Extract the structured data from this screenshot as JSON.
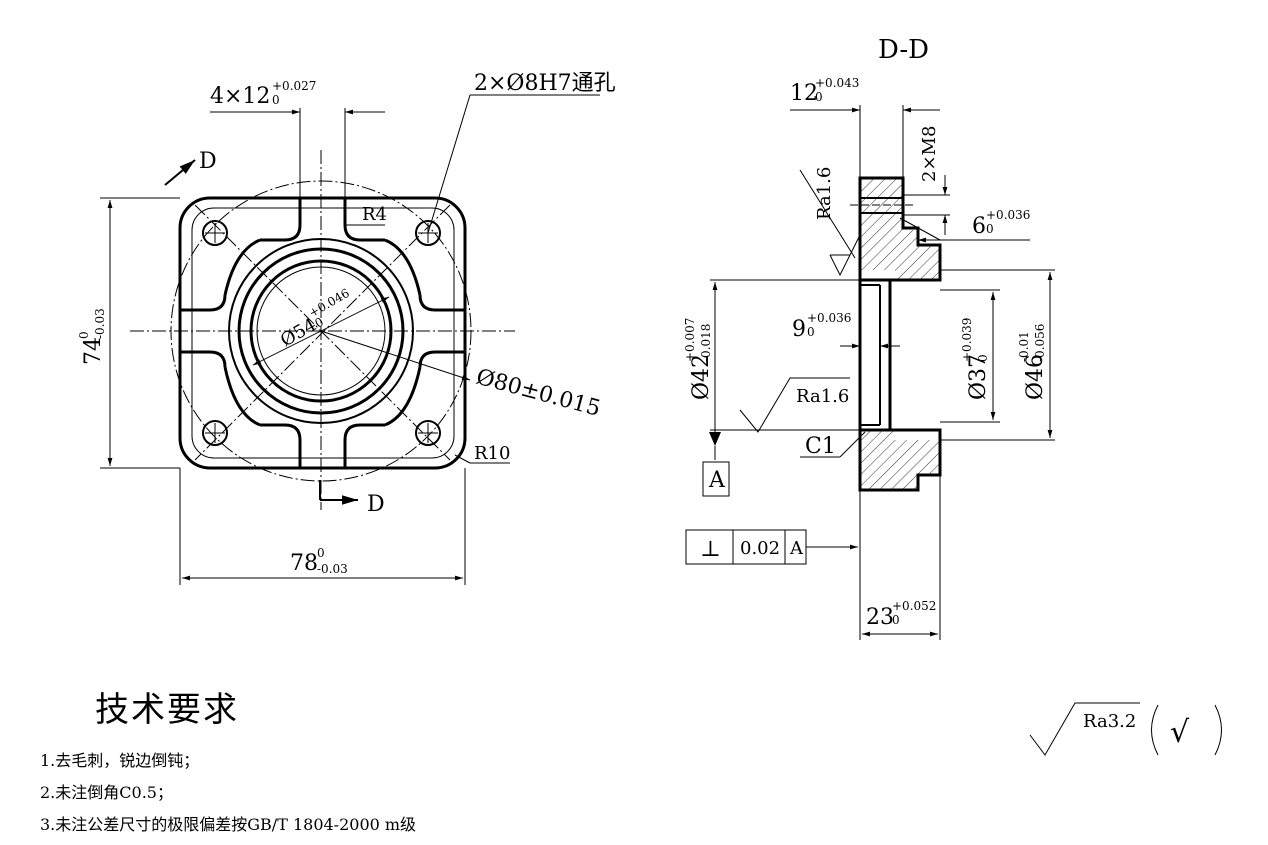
{
  "section_title": "D-D",
  "front_view": {
    "dim_slot_width": "4×12",
    "dim_slot_tol_upper": "+0.027",
    "dim_slot_tol_lower": "0",
    "dim_holes": "2×Ø8H7通孔",
    "section_mark": "D",
    "dim_r4": "R4",
    "dim_r10": "R10",
    "dim_bore": "Ø54",
    "dim_bore_tol_upper": "+0.046",
    "dim_bore_tol_lower": "0",
    "dim_pcd": "Ø80±0.015",
    "dim_height": "74",
    "dim_height_tol_upper": "0",
    "dim_height_tol_lower": "-0.03",
    "dim_width": "78",
    "dim_width_tol_upper": "0",
    "dim_width_tol_lower": "-0.03"
  },
  "section_view": {
    "dim_12": "12",
    "dim_12_tol": "+0.043",
    "dim_12_tol_lower": "0",
    "dim_threads": "2×M8",
    "dim_6": "6",
    "dim_6_tol": "+0.036",
    "dim_6_tol_lower": "0",
    "ra_top": "Ra1.6",
    "dim_42": "Ø42",
    "dim_42_tol_upper": "+0.007",
    "dim_42_tol_lower": "-0.018",
    "dim_9": "9",
    "dim_9_tol": "+0.036",
    "dim_9_tol_lower": "0",
    "dim_37": "Ø37",
    "dim_37_tol_upper": "+0.039",
    "dim_37_tol_lower": "0",
    "dim_46": "Ø46",
    "dim_46_tol_upper": "-0.01",
    "dim_46_tol_lower": "-0.056",
    "ra_mid": "Ra1.6",
    "chamfer": "C1",
    "datum": "A",
    "fcf_symbol": "⊥",
    "fcf_value": "0.02",
    "fcf_datum": "A",
    "dim_23": "23",
    "dim_23_tol": "+0.052",
    "dim_23_tol_lower": "0"
  },
  "requirements": {
    "title": "技术要求",
    "items": [
      "1.去毛刺，锐边倒钝；",
      "2.未注倒角C0.5；",
      "3.未注公差尺寸的极限偏差按GB/T 1804-2000 m级"
    ]
  },
  "surface_default": {
    "ra": "Ra3.2",
    "check": "√"
  }
}
